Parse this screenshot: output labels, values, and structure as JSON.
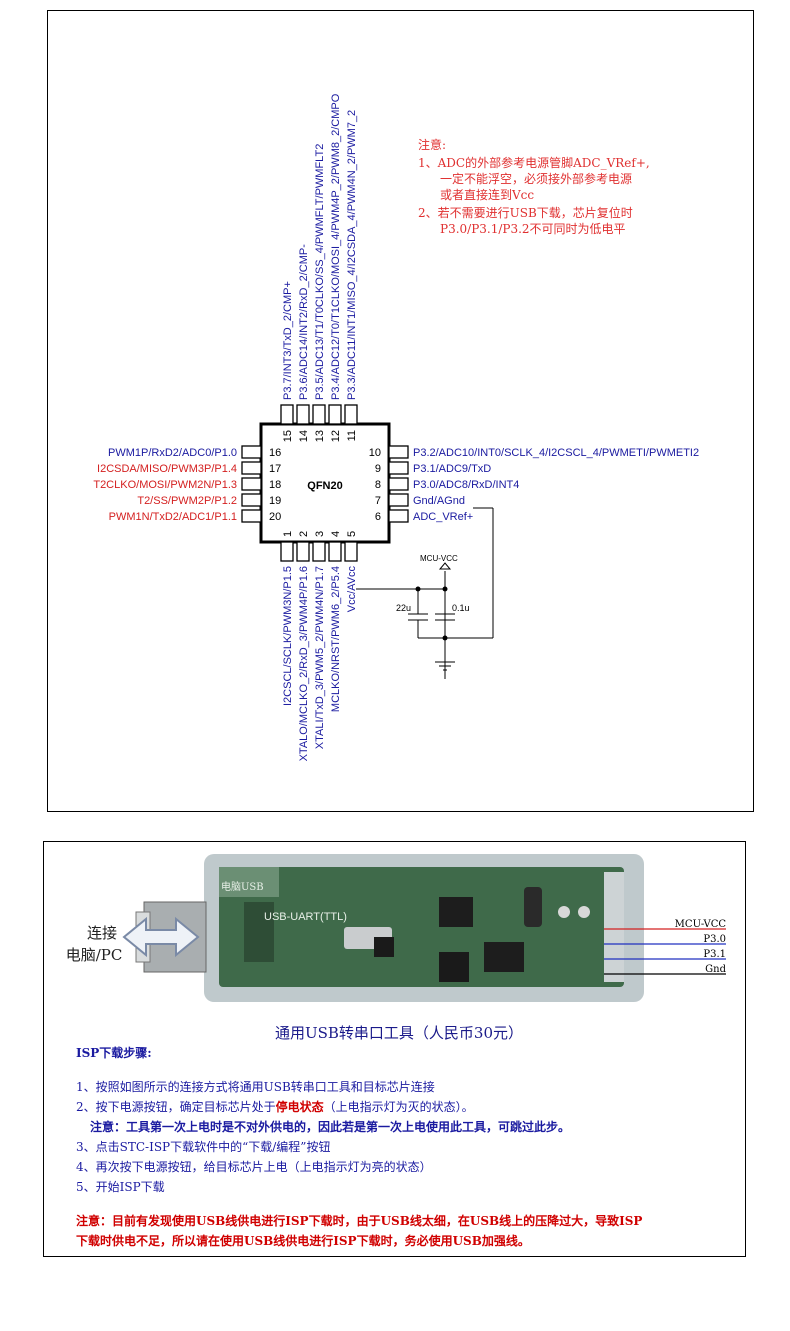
{
  "chip": {
    "package": "QFN20",
    "left_pins": [
      {
        "name": "PWM1P/RxD2/ADC0/P1.0",
        "num": "16",
        "color": "#1a1aa0"
      },
      {
        "name": "I2CSDA/MISO/PWM3P/P1.4",
        "num": "17",
        "color": "#d42020"
      },
      {
        "name": "T2CLKO/MOSI/PWM2N/P1.3",
        "num": "18",
        "color": "#d42020"
      },
      {
        "name": "T2/SS/PWM2P/P1.2",
        "num": "19",
        "color": "#d42020"
      },
      {
        "name": "PWM1N/TxD2/ADC1/P1.1",
        "num": "20",
        "color": "#d42020"
      }
    ],
    "right_pins": [
      {
        "name": "P3.2/ADC10/INT0/SCLK_4/I2CSCL_4/PWMETI/PWMETI2",
        "num": "10"
      },
      {
        "name": "P3.1/ADC9/TxD",
        "num": "9"
      },
      {
        "name": "P3.0/ADC8/RxD/INT4",
        "num": "8"
      },
      {
        "name": "Gnd/AGnd",
        "num": "7"
      },
      {
        "name": "ADC_VRef+",
        "num": "6"
      }
    ],
    "top_pins": [
      {
        "name": "P3.7/INT3/TxD_2/CMP+",
        "num": "15"
      },
      {
        "name": "P3.6/ADC14/INT2/RxD_2/CMP-",
        "num": "14"
      },
      {
        "name": "P3.5/ADC13/T1/T0CLKO/SS_4/PWMFLT/PWMFLT2",
        "num": "13"
      },
      {
        "name": "P3.4/ADC12/T0/T1CLKO/MOSI_4/PWM4P_2/PWM8_2/CMPO",
        "num": "12"
      },
      {
        "name": "P3.3/ADC11/INT1/MISO_4/I2CSDA_4/PWM4N_2/PWM7_2",
        "num": "11"
      }
    ],
    "bottom_pins": [
      {
        "name": "I2CSCL/SCLK/PWM3N/P1.5",
        "num": "1"
      },
      {
        "name": "XTALO/MCLKO_2/RxD_3/PWM4P/P1.6",
        "num": "2"
      },
      {
        "name": "XTALI/TxD_3/PWM5_2/PWM4N/P1.7",
        "num": "3"
      },
      {
        "name": "MCLKO/NRST/PWM6_2/P5.4",
        "num": "4"
      },
      {
        "name": "Vcc/AVcc",
        "num": "5"
      }
    ]
  },
  "power": {
    "vcc_label": "MCU-VCC",
    "cap1": "22u",
    "cap2": "0.1u"
  },
  "attention": {
    "title": "注意:",
    "lines": [
      "1、ADC的外部参考电源管脚ADC_VRef+,",
      "一定不能浮空，必须接外部参考电源",
      "或者直接连到Vcc",
      "2、若不需要进行USB下载，芯片复位时",
      "P3.0/P3.1/P3.2不可同时为低电平"
    ]
  },
  "tool": {
    "connect_label_1": "连接",
    "connect_label_2": "电脑/PC",
    "board_label_1": "USB-UART(TTL)",
    "board_label_2": "电脑USB",
    "signals": [
      {
        "label": "MCU-VCC",
        "color": "#d42020"
      },
      {
        "label": "P3.0",
        "color": "#2030c0"
      },
      {
        "label": "P3.1",
        "color": "#2030c0"
      },
      {
        "label": "Gnd",
        "color": "#000000"
      }
    ],
    "caption": "通用USB转串口工具（人民币30元）"
  },
  "isp": {
    "heading": "ISP下载步骤:",
    "step1": "1、按照如图所示的连接方式将通用USB转串口工具和目标芯片连接",
    "step2_a": "2、按下电源按钮，确定目标芯片处于",
    "step2_b": "停电状态",
    "step2_c": "（上电指示灯为灭的状态）。",
    "step2_note": "注意：工具第一次上电时是不对外供电的，因此若是第一次上电使用此工具，可跳过此步。",
    "step3": "3、点击STC-ISP下载软件中的“下载/编程”按钮",
    "step4": "4、再次按下电源按钮，给目标芯片上电（上电指示灯为亮的状态）",
    "step5": "5、开始ISP下载",
    "warning_1": "注意：目前有发现使用USB线供电进行ISP下载时，由于USB线太细，在USB线上的压降过大，导致ISP",
    "warning_2": "下载时供电不足，所以请在使用USB线供电进行ISP下载时，务必使用USB加强线。"
  }
}
